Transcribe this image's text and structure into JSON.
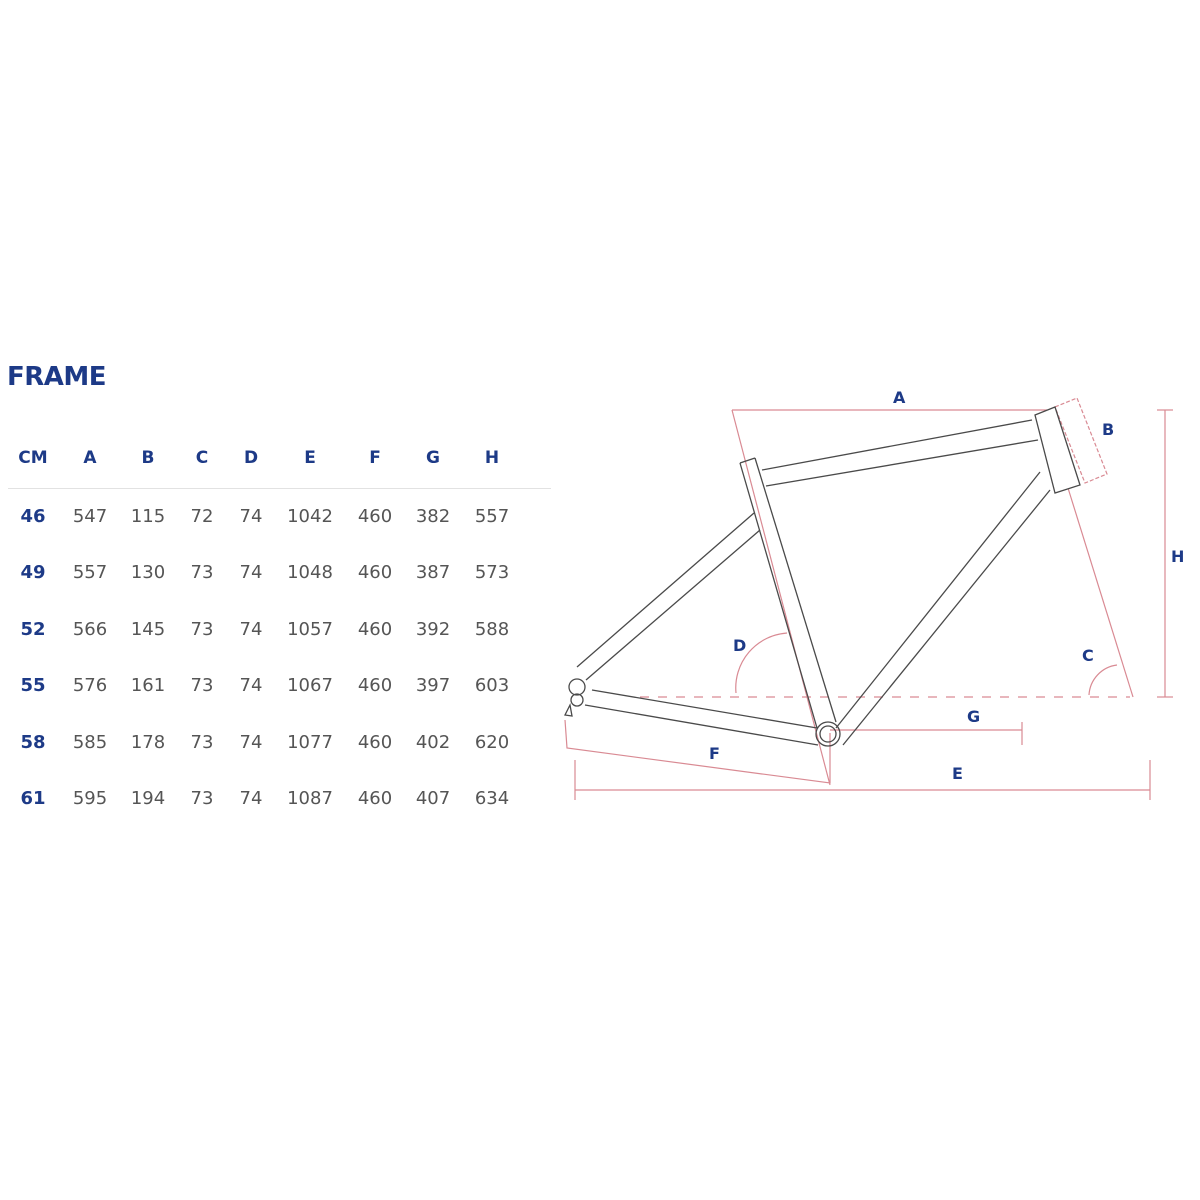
{
  "title": "FRAME",
  "table": {
    "headers": [
      "CM",
      "A",
      "B",
      "C",
      "D",
      "E",
      "F",
      "G",
      "H"
    ],
    "rows": [
      [
        "46",
        "547",
        "115",
        "72",
        "74",
        "1042",
        "460",
        "382",
        "557"
      ],
      [
        "49",
        "557",
        "130",
        "73",
        "74",
        "1048",
        "460",
        "387",
        "573"
      ],
      [
        "52",
        "566",
        "145",
        "73",
        "74",
        "1057",
        "460",
        "392",
        "588"
      ],
      [
        "55",
        "576",
        "161",
        "73",
        "74",
        "1067",
        "460",
        "397",
        "603"
      ],
      [
        "58",
        "585",
        "178",
        "73",
        "74",
        "1077",
        "460",
        "402",
        "620"
      ],
      [
        "61",
        "595",
        "194",
        "73",
        "74",
        "1087",
        "460",
        "407",
        "634"
      ]
    ]
  },
  "diagram": {
    "labels": {
      "A": "A",
      "B": "B",
      "C": "C",
      "D": "D",
      "E": "E",
      "F": "F",
      "G": "G",
      "H": "H"
    },
    "colors": {
      "frame": "#4a4a4a",
      "dimension": "#d98a93",
      "label": "#1d3a87"
    }
  }
}
